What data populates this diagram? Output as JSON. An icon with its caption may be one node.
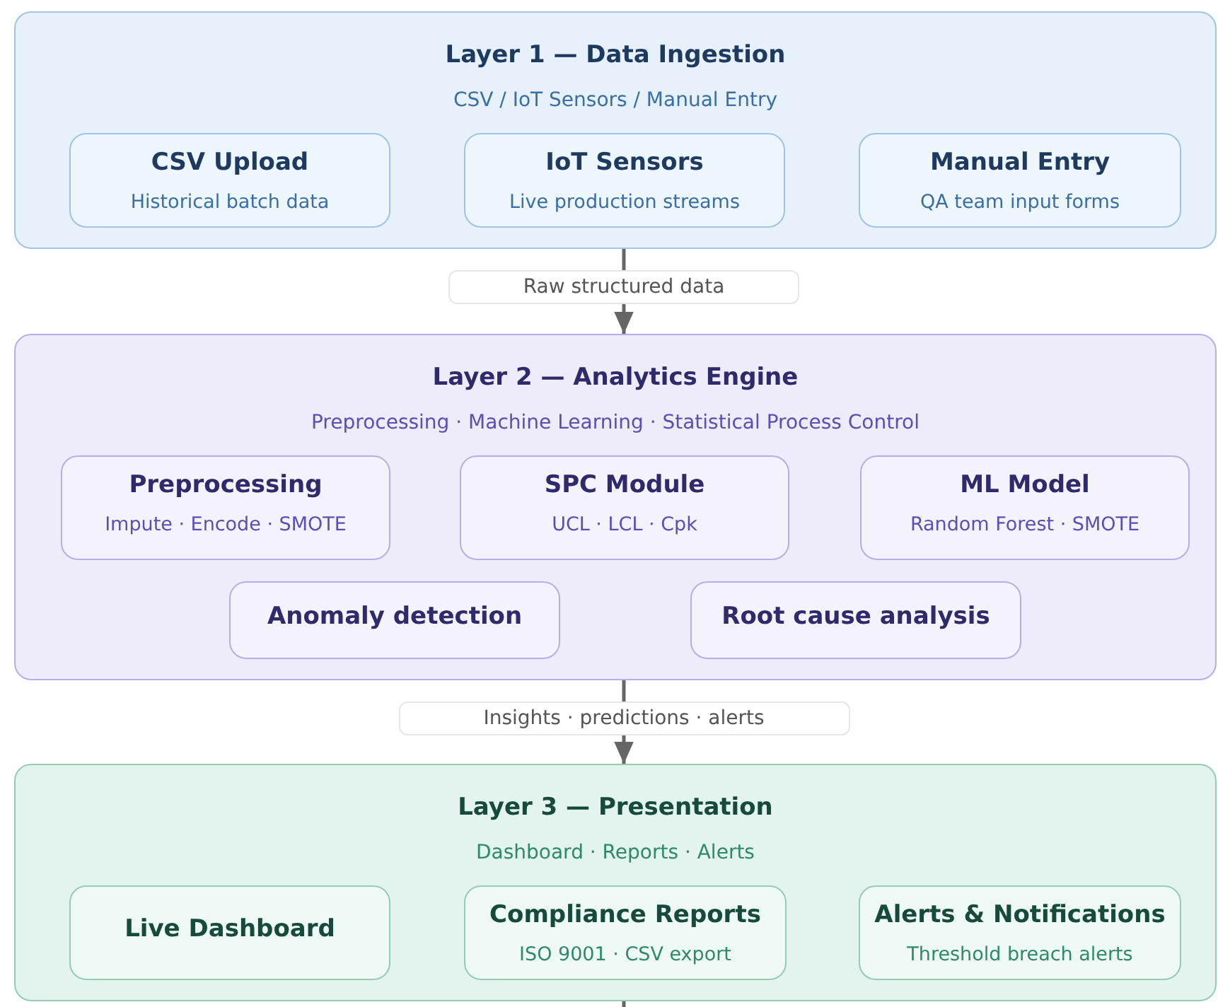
{
  "diagram": {
    "nodes": [
      {
        "text": [
          "Layer 1 — Data Ingestion",
          "CSV / IoT Sensors / Manual Entry"
        ]
      },
      {
        "text": [
          "CSV Upload",
          "Historical batch data"
        ],
        "in": 0
      },
      {
        "text": [
          "IoT Sensors",
          "Live production streams"
        ],
        "in": 0
      },
      {
        "text": [
          "Manual Entry",
          "QA team input forms"
        ],
        "in": 0
      },
      {
        "text": [
          "Layer 2 — Analytics Engine",
          "Preprocessing · Machine Learning · Statistical Process Control"
        ]
      },
      {
        "text": [
          "Preprocessing",
          "Impute · Encode · SMOTE"
        ],
        "in": 4
      },
      {
        "text": [
          "SPC Module",
          "UCL · LCL · Cpk"
        ],
        "in": 4
      },
      {
        "text": [
          "ML Model",
          "Random Forest · SMOTE"
        ],
        "in": 4
      },
      {
        "text": [
          "Anomaly detection"
        ],
        "in": 4
      },
      {
        "text": [
          "Root cause analysis"
        ],
        "in": 4
      },
      {
        "text": [
          "Layer 3 — Presentation",
          "Dashboard · Reports · Alerts"
        ]
      },
      {
        "text": [
          "Live Dashboard"
        ],
        "in": 10
      },
      {
        "text": [
          "Compliance Reports",
          "ISO 9001 · CSV export"
        ],
        "in": 10
      },
      {
        "text": [
          "Alerts & Notifications",
          "Threshold breach alerts"
        ],
        "in": 10
      }
    ],
    "edges": [
      {
        "from": 0,
        "to": 4,
        "arrow": "to",
        "label": "Raw structured data"
      },
      {
        "from": 4,
        "to": 10,
        "arrow": "to",
        "label": "Insights · predictions · alerts"
      },
      {
        "from": 10,
        "to": null,
        "arrow": "none"
      }
    ]
  }
}
